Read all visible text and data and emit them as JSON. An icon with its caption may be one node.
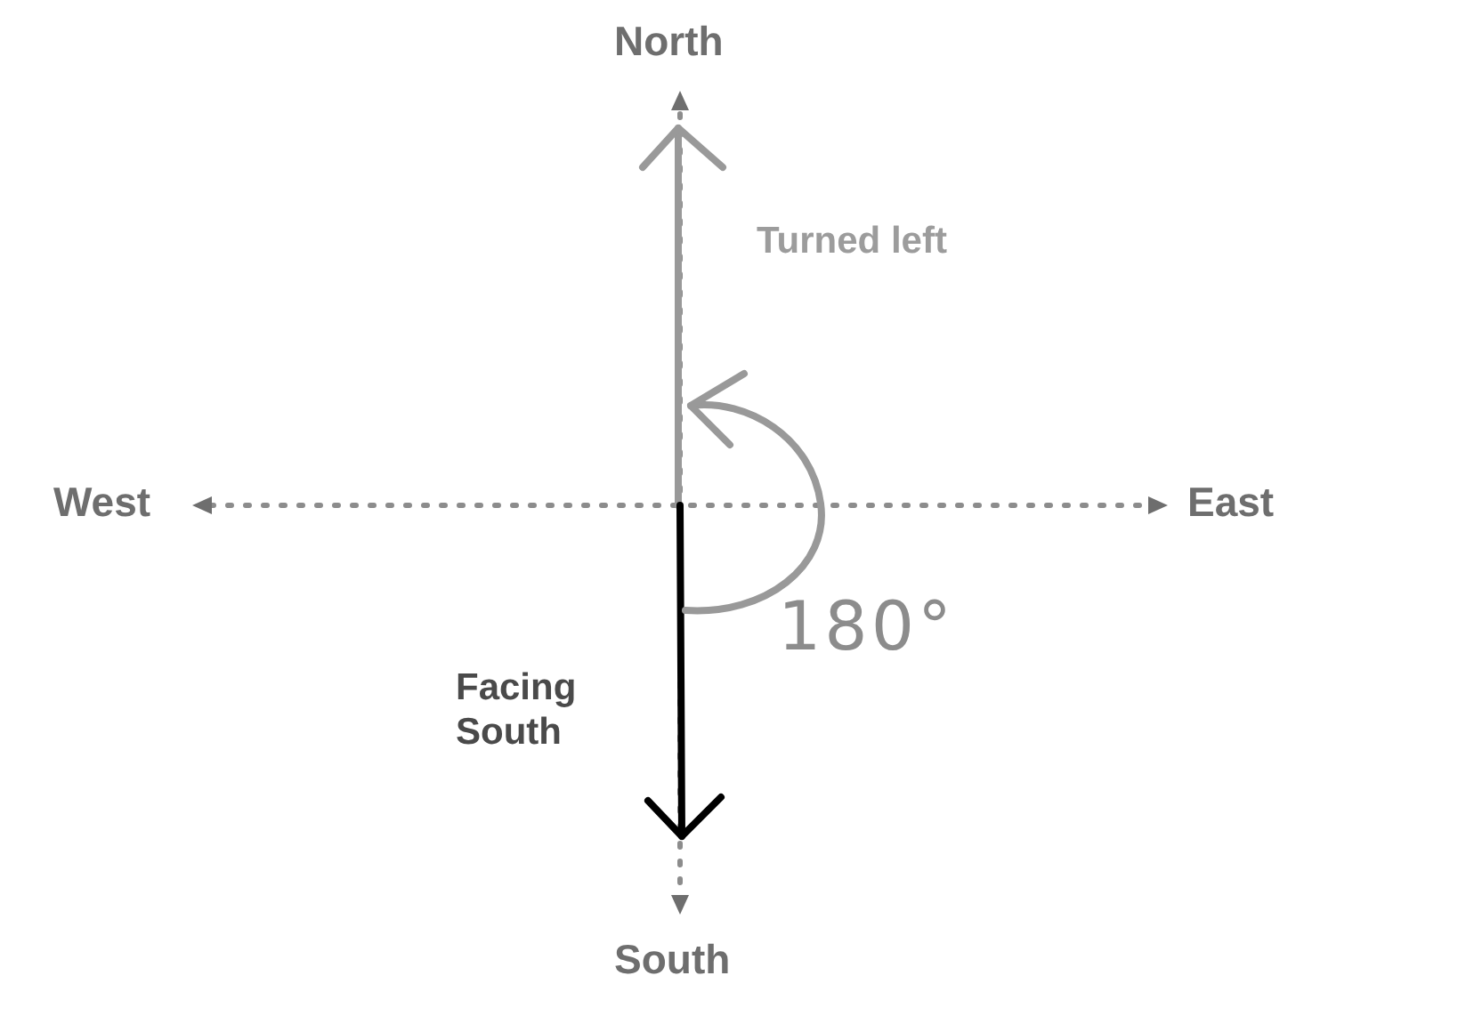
{
  "diagram": {
    "labels": [
      "North",
      "Turned left",
      "West",
      "East",
      "180°",
      "Facing South",
      "South"
    ]
  }
}
